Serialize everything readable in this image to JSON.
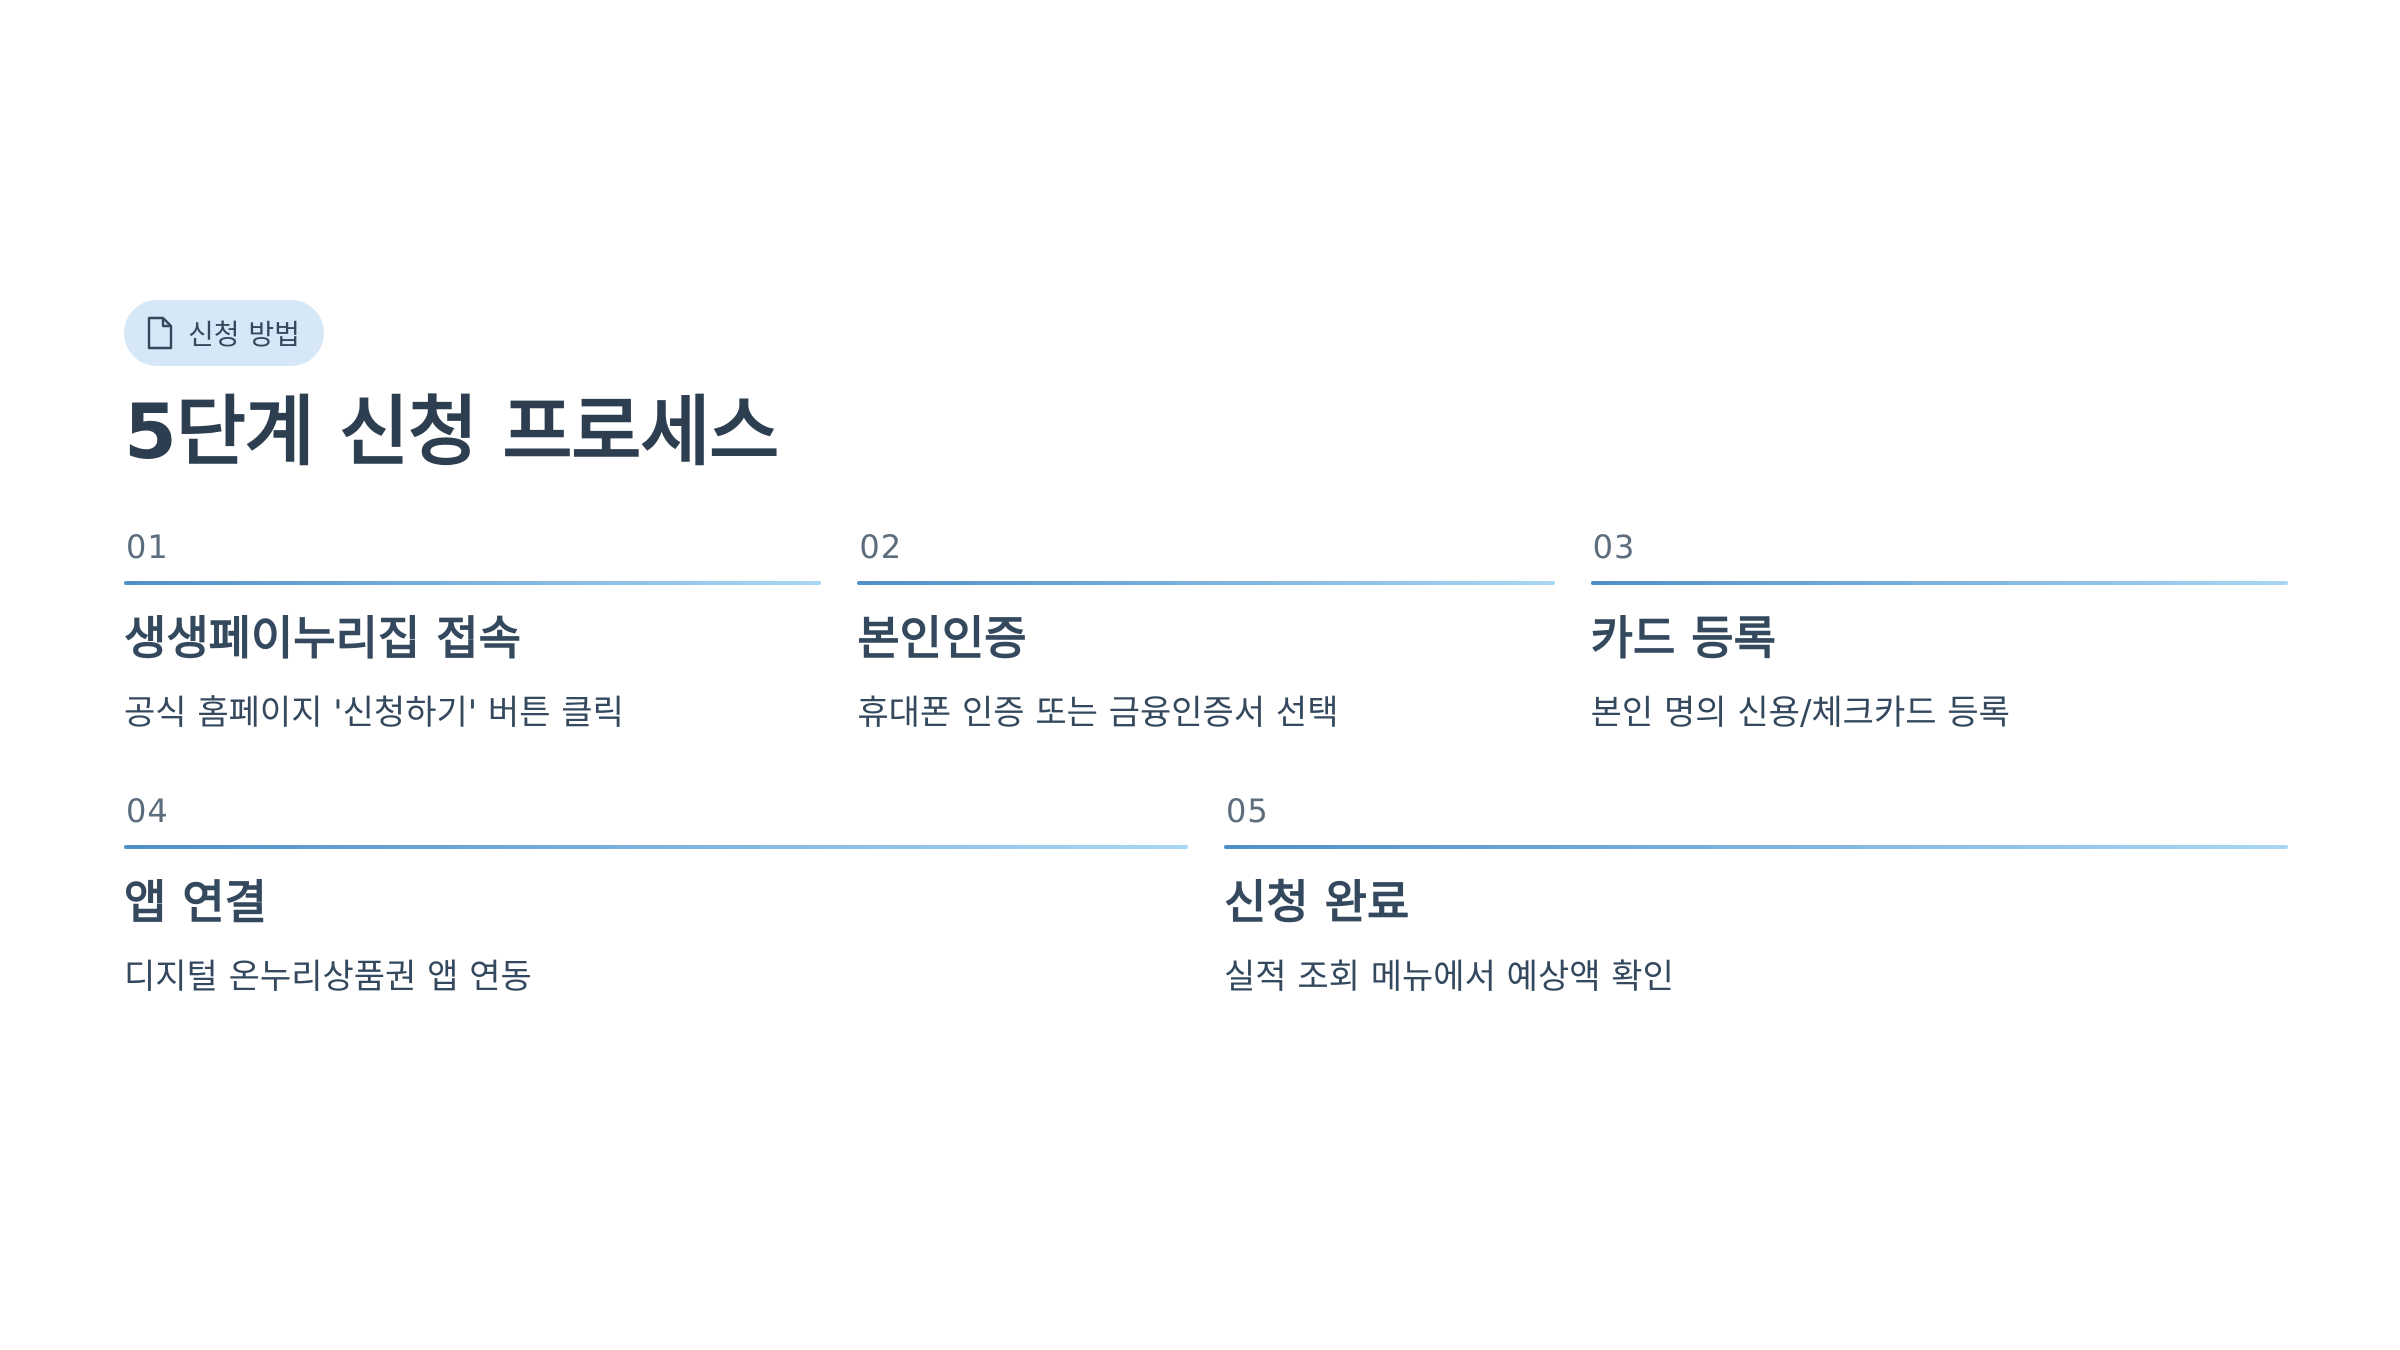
{
  "badge": {
    "icon": "document-icon",
    "label": "신청 방법"
  },
  "title": "5단계 신청 프로세스",
  "steps": [
    {
      "number": "01",
      "heading": "생생페이누리집 접속",
      "description": "공식 홈페이지 '신청하기' 버튼 클릭"
    },
    {
      "number": "02",
      "heading": "본인인증",
      "description": "휴대폰 인증 또는 금융인증서 선택"
    },
    {
      "number": "03",
      "heading": "카드 등록",
      "description": "본인 명의 신용/체크카드 등록"
    },
    {
      "number": "04",
      "heading": "앱 연결",
      "description": "디지털 온누리상품권 앱 연동"
    },
    {
      "number": "05",
      "heading": "신청 완료",
      "description": "실적 조회 메뉴에서 예상액 확인"
    }
  ],
  "colors": {
    "badge_background": "#d6e8f7",
    "text_primary": "#2c3e50",
    "line_gradient_start": "#4f8fc7",
    "line_gradient_end": "#a9d6f5"
  }
}
